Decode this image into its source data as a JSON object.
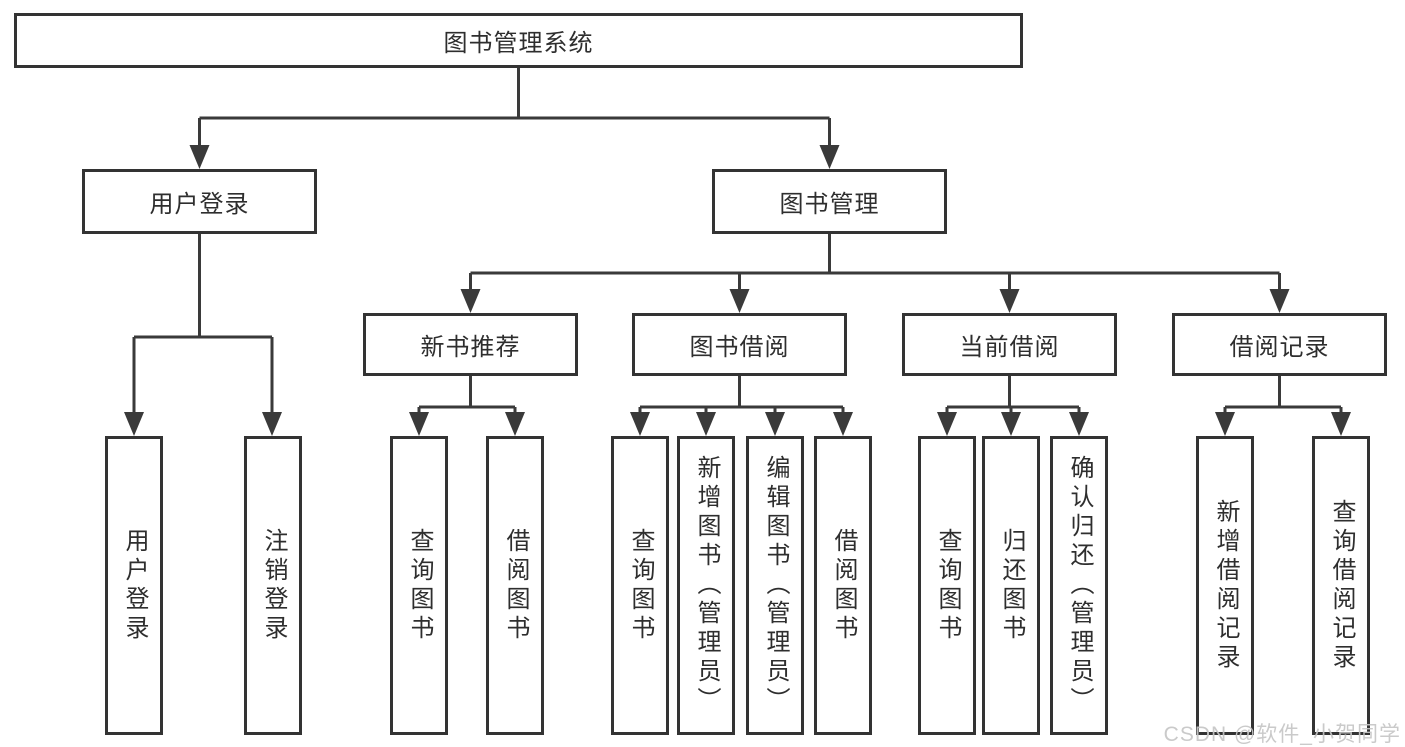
{
  "tree": {
    "root_label": "图书管理系统",
    "branches": [
      {
        "label": "用户登录",
        "leaves": [
          "用户登录",
          "注销登录"
        ]
      },
      {
        "label": "图书管理",
        "groups": [
          {
            "label": "新书推荐",
            "leaves": [
              "查询图书",
              "借阅图书"
            ]
          },
          {
            "label": "图书借阅",
            "leaves": [
              "查询图书",
              "新增图书（管理员）",
              "编辑图书（管理员）",
              "借阅图书"
            ]
          },
          {
            "label": "当前借阅",
            "leaves": [
              "查询图书",
              "归还图书",
              "确认归还（管理员）"
            ]
          },
          {
            "label": "借阅记录",
            "leaves": [
              "新增借阅记录",
              "查询借阅记录"
            ]
          }
        ]
      }
    ]
  },
  "watermark": {
    "text": "CSDN @软件_小贺同学"
  },
  "colors": {
    "line": "#3a3a3a",
    "box_border": "#333333",
    "text": "#2e2e2e",
    "watermark": "#c6c6c6",
    "background": "#ffffff"
  }
}
